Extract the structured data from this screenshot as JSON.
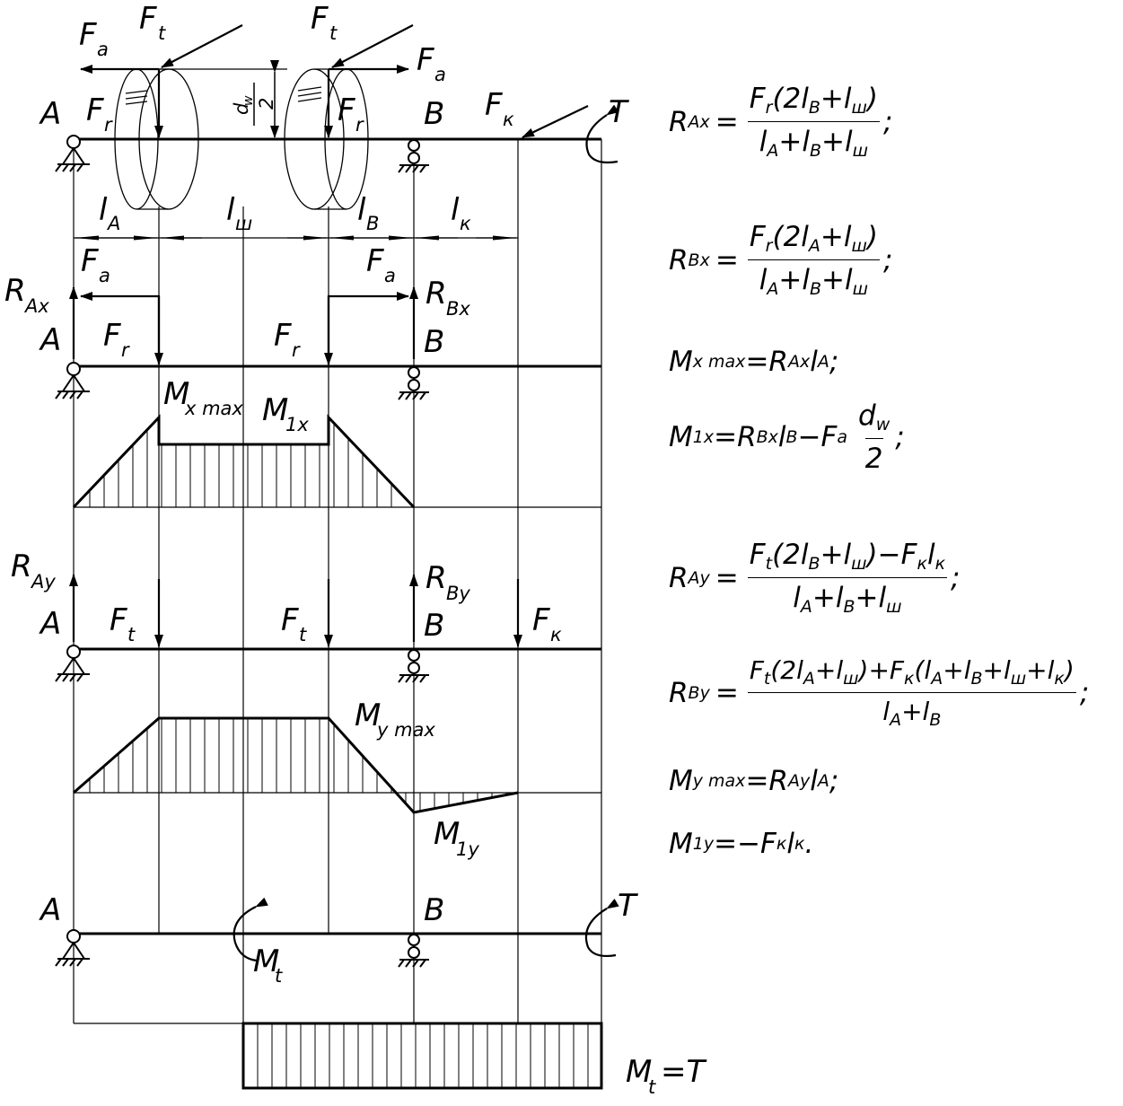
{
  "colors": {
    "ink": "#000000",
    "background": "#ffffff"
  },
  "points": {
    "a": "A",
    "b": "B"
  },
  "forces": {
    "Fa": {
      "main": "F",
      "sub": "a"
    },
    "Ft": {
      "main": "F",
      "sub": "t"
    },
    "Fr": {
      "main": "F",
      "sub": "r"
    },
    "Fk": {
      "main": "F",
      "sub": "к"
    },
    "T": "T",
    "RAx": {
      "main": "R",
      "sub": "Ax"
    },
    "RBx": {
      "main": "R",
      "sub": "Bx"
    },
    "RAy": {
      "main": "R",
      "sub": "Ay"
    },
    "RBy": {
      "main": "R",
      "sub": "By"
    }
  },
  "dimensions": {
    "lA": {
      "main": "l",
      "sub": "A"
    },
    "lsh": {
      "main": "l",
      "sub": "ш"
    },
    "lB": {
      "main": "l",
      "sub": "B"
    },
    "lk": {
      "main": "l",
      "sub": "к"
    },
    "dw_half": {
      "num": "d",
      "num_sub": "w",
      "den": "2"
    }
  },
  "moments": {
    "Mxmax": {
      "main": "M",
      "sub": "x max"
    },
    "M1x": {
      "main": "M",
      "sub": "1x"
    },
    "Mymax": {
      "main": "M",
      "sub": "y max"
    },
    "M1y": {
      "main": "M",
      "sub": "1y"
    },
    "Mt": {
      "main": "M",
      "sub": "t"
    },
    "Mt_eq": {
      "main": "M",
      "sub": "t",
      "rest": "=T"
    }
  },
  "formulas": {
    "RAx": {
      "lhs": "R",
      "lhs_sub": "Ax",
      "num": "F<sub>r</sub>(2l<sub>B</sub>+l<sub>ш</sub>)",
      "den": "l<sub>A</sub>+l<sub>B</sub>+l<sub>ш</sub>",
      "tail": ";"
    },
    "RBx": {
      "lhs": "R",
      "lhs_sub": "Bx",
      "num": "F<sub>r</sub>(2l<sub>A</sub>+l<sub>ш</sub>)",
      "den": "l<sub>A</sub>+l<sub>B</sub>+l<sub>ш</sub>",
      "tail": ";"
    },
    "Mxmax": "M<sub>x max</sub> =R<sub>Ax</sub>l<sub>A</sub>;",
    "M1x": {
      "lead": "M<sub>1x</sub> =R<sub>Bx</sub>l<sub>B</sub>−F<sub>a</sub>",
      "num": "d<sub>w</sub>",
      "den": "2",
      "tail": ";"
    },
    "RAy": {
      "lhs": "R",
      "lhs_sub": "Ay",
      "num": "F<sub>t</sub>(2l<sub>B</sub>+l<sub>ш</sub>)−F<sub>к</sub>l<sub>к</sub>",
      "den": "l<sub>A</sub>+l<sub>B</sub>+l<sub>ш</sub>",
      "tail": ";"
    },
    "RBy": {
      "lhs": "R",
      "lhs_sub": "By",
      "num": "F<sub>t</sub>(2l<sub>A</sub>+l<sub>ш</sub>)+F<sub>к</sub>(l<sub>A</sub>+l<sub>B</sub>+l<sub>ш</sub>+l<sub>к</sub>)",
      "den": "l<sub>A</sub>+l<sub>B</sub>",
      "tail": ";"
    },
    "Mymax": "M<sub>y max</sub> =R<sub>Ay</sub>l<sub>A</sub>;",
    "M1y": "M<sub>1y</sub> =−F<sub>к</sub>l<sub>к</sub>."
  }
}
